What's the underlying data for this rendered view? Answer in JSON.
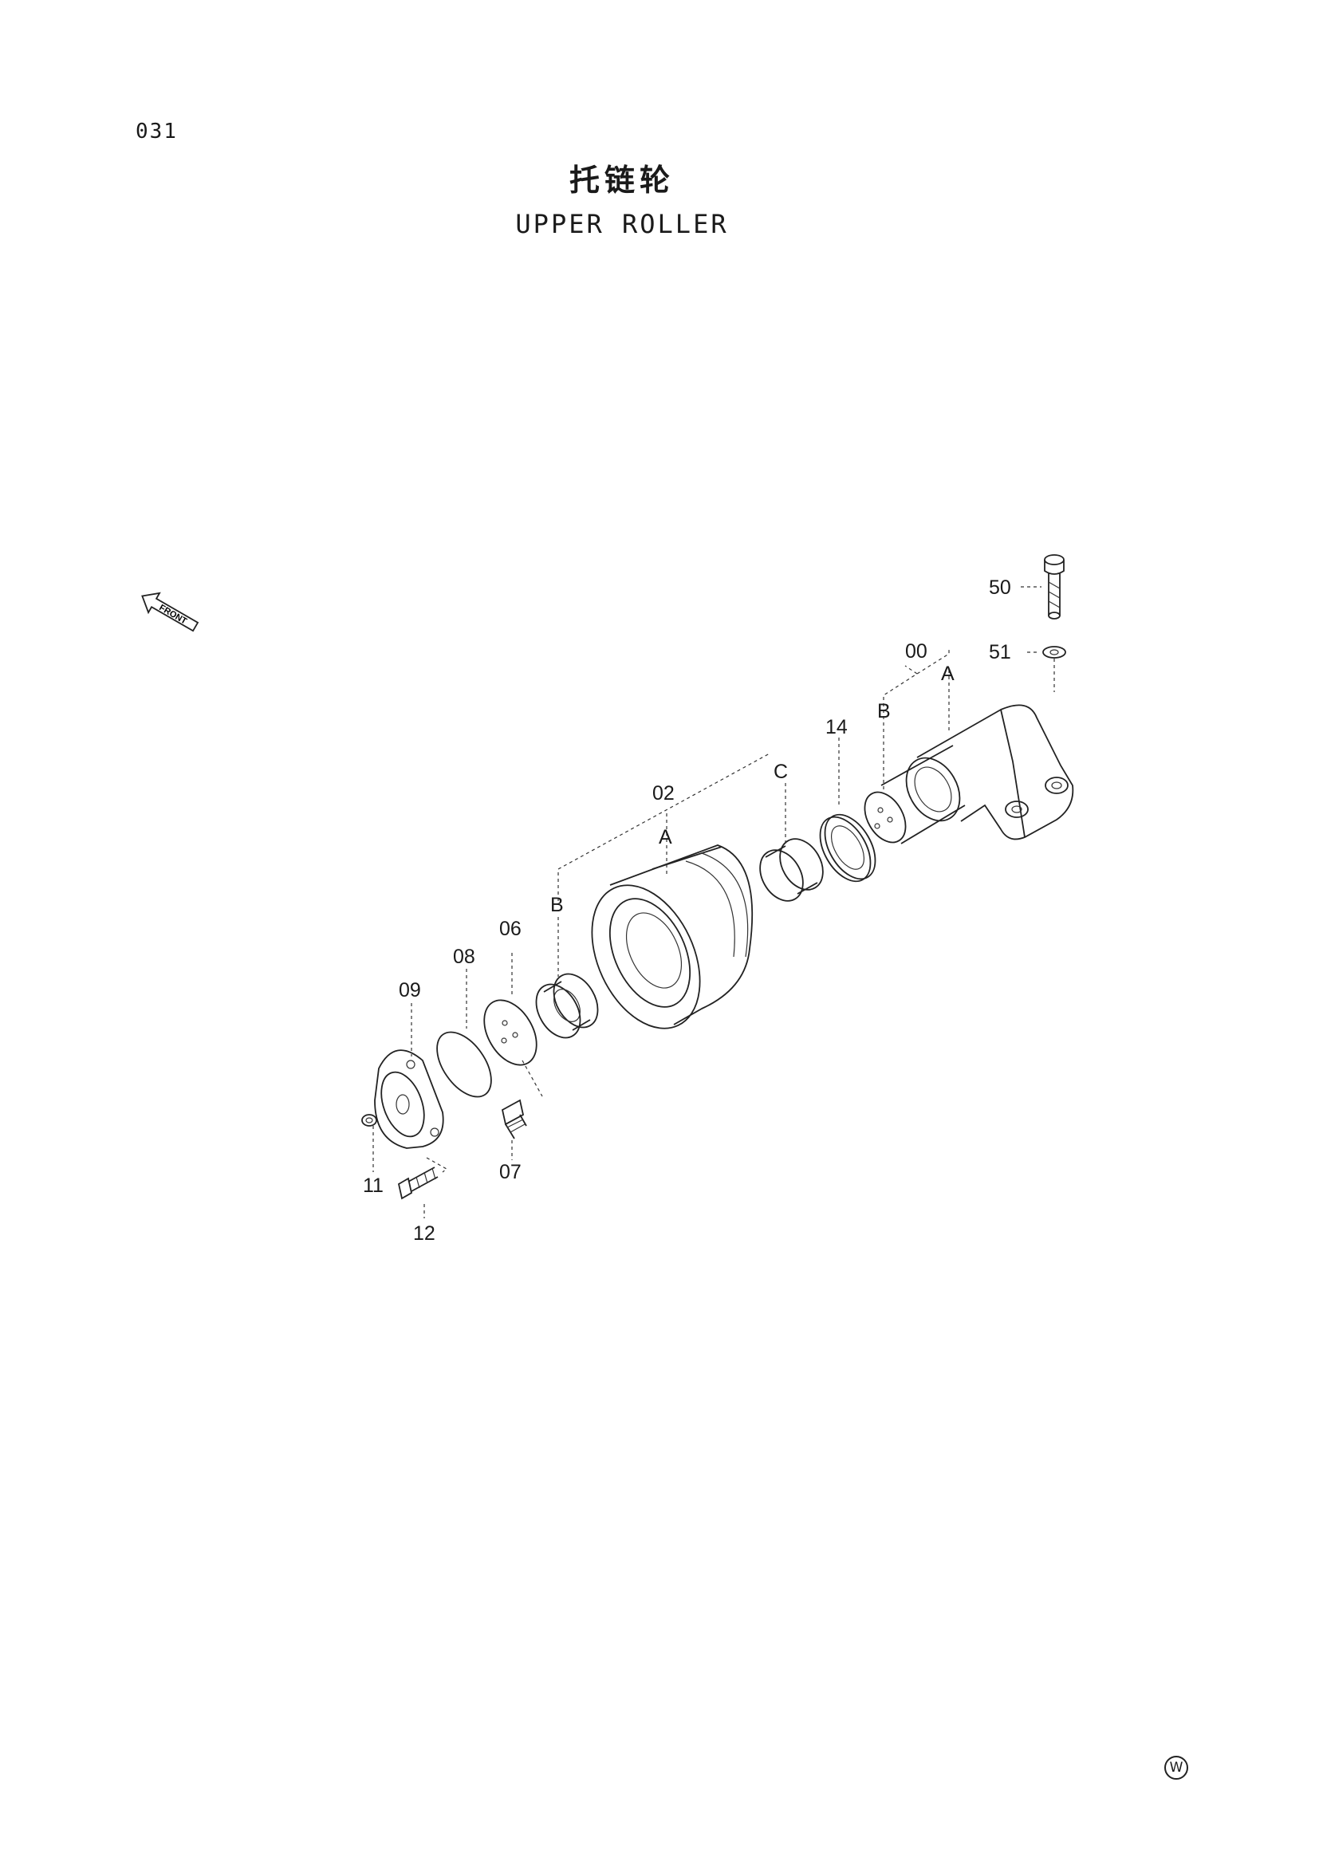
{
  "page": {
    "number": "031",
    "title_cn": "托链轮",
    "title_en": "UPPER ROLLER",
    "corner_mark": "W"
  },
  "diagram": {
    "front_arrow_label": "FRONT",
    "callouts": [
      {
        "id": "50",
        "label": "50"
      },
      {
        "id": "51",
        "label": "51"
      },
      {
        "id": "00",
        "label": "00"
      },
      {
        "id": "00A",
        "label": "A"
      },
      {
        "id": "00B",
        "label": "B"
      },
      {
        "id": "14",
        "label": "14"
      },
      {
        "id": "02C",
        "label": "C"
      },
      {
        "id": "02",
        "label": "02"
      },
      {
        "id": "02A",
        "label": "A"
      },
      {
        "id": "02B",
        "label": "B"
      },
      {
        "id": "06",
        "label": "06"
      },
      {
        "id": "08",
        "label": "08"
      },
      {
        "id": "09",
        "label": "09"
      },
      {
        "id": "07",
        "label": "07"
      },
      {
        "id": "11",
        "label": "11"
      },
      {
        "id": "12",
        "label": "12"
      }
    ]
  }
}
